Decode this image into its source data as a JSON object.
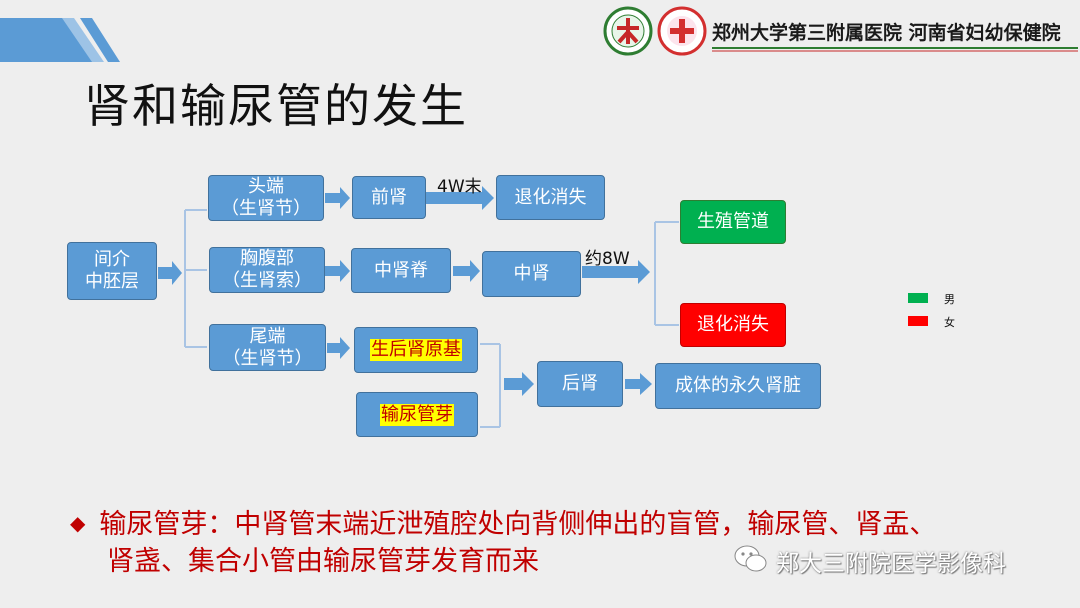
{
  "header": {
    "hospital_name": "郑州大学第三附属医院 河南省妇幼保健院"
  },
  "title": "肾和输尿管的发生",
  "diagram": {
    "root": [
      "间介",
      "中胚层"
    ],
    "head_end": [
      "头端",
      "（生肾节）"
    ],
    "thoracoabdominal": [
      "胸腹部",
      "（生肾索）"
    ],
    "tail_end": [
      "尾端",
      "（生肾节）"
    ],
    "pronephros": "前肾",
    "arrow_4w": "4W末",
    "regress1": "退化消失",
    "mesonephric_ridge": "中肾脊",
    "mesonephros": "中肾",
    "arrow_8w": "约8W",
    "genital_duct": "生殖管道",
    "regress2": "退化消失",
    "metanephric_blastema": "生后肾原基",
    "ureteric_bud": "输尿管芽",
    "metanephros": "后肾",
    "permanent_kidney": "成体的永久肾脏"
  },
  "legend": [
    {
      "label": "男",
      "color": "#00b050"
    },
    {
      "label": "女",
      "color": "#ff0000"
    }
  ],
  "bullet": {
    "line1": "输尿管芽：中肾管末端近泄殖腔处向背侧伸出的盲管，输尿管、肾盂、",
    "line2": "肾盏、集合小管由输尿管芽发育而来"
  },
  "watermark": "郑大三附院医学影像科",
  "colors": {
    "box": "#5b9bd5",
    "male": "#00b050",
    "female": "#ff0000",
    "text_red": "#c00000",
    "connector": "#a9c4e4"
  }
}
